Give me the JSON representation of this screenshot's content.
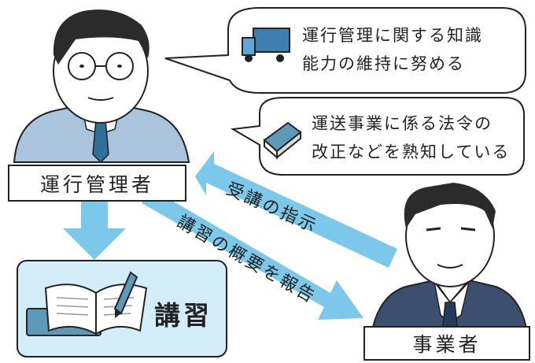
{
  "manager": {
    "label": "運行管理者"
  },
  "operator": {
    "label": "事業者"
  },
  "bubble_knowledge": {
    "line1": "運行管理に関する知識",
    "line2": "能力の維持に努める"
  },
  "bubble_law": {
    "line1": "運送事業に係る法令の",
    "line2": "改正などを熟知している"
  },
  "arrow_instruction": {
    "label": "受講の指示"
  },
  "arrow_report": {
    "label": "講習の概要を報告"
  },
  "lecture": {
    "label": "講習"
  },
  "colors": {
    "arrow": "#7cc8ea",
    "lecture_bg": "#d4eef9",
    "bubble_fill": "#ffffff",
    "outline": "#222222"
  }
}
